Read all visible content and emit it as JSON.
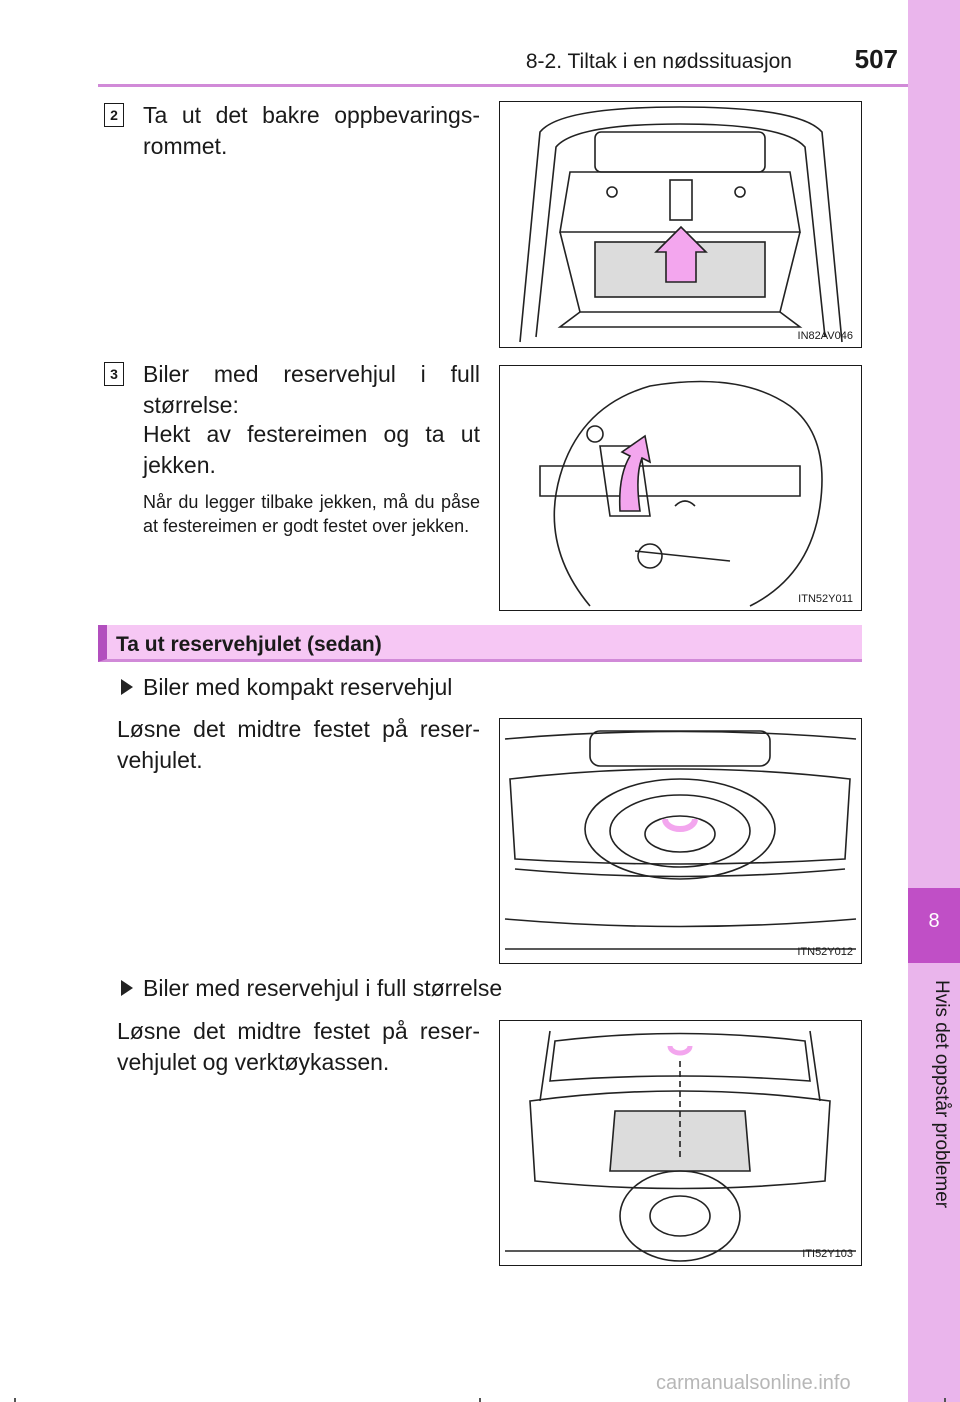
{
  "header": {
    "section_title": "8-2. Tiltak i en nødssituasjon",
    "page_number": "507"
  },
  "side_tab": {
    "chapter_number": "8",
    "chapter_label": "Hvis det oppstår problemer"
  },
  "steps": [
    {
      "badge": "2",
      "text": "Ta ut det bakre oppbevarings-rommet.",
      "figure_code": "IN82AV046"
    },
    {
      "badge": "3",
      "text_line1": "Biler med reservehjul i full størrelse:",
      "text_line2": "Hekt av festereimen og ta ut jekken.",
      "note": "Når du legger tilbake jekken, må du påse at festereimen er godt festet over jekken.",
      "figure_code": "ITN52Y011"
    }
  ],
  "section": {
    "title": "Ta ut reservehjulet (sedan)"
  },
  "bullets": [
    {
      "heading": "Biler med kompakt reservehjul",
      "text": "Løsne det midtre festet på reser-vehjulet.",
      "figure_code": "ITN52Y012"
    },
    {
      "heading": "Biler med reservehjul i full størrelse",
      "text": "Løsne det midtre festet på reser-vehjulet og verktøykassen.",
      "figure_code": "ITI52Y103"
    }
  ],
  "watermark": "carmanualsonline.info",
  "colors": {
    "tab_light": "#eab5ec",
    "tab_dark": "#c04fc6",
    "section_fill": "#f6c7f4",
    "section_accent": "#b24fbe",
    "arrow_pink": "#f3a6ee"
  }
}
